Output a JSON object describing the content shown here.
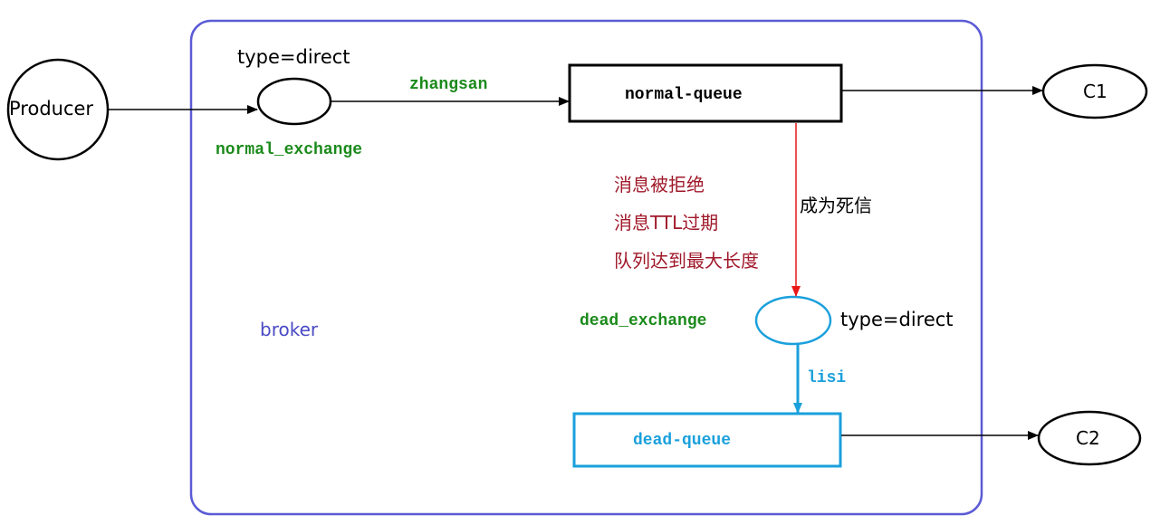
{
  "producer": {
    "label": "Producer"
  },
  "consumers": {
    "c1": "C1",
    "c2": "C2"
  },
  "broker": {
    "label": "broker"
  },
  "normal_exchange": {
    "type_label": "type=direct",
    "name": "normal_exchange",
    "routing_key": "zhangsan"
  },
  "normal_queue": {
    "label": "normal-queue"
  },
  "dead_letter": {
    "become_label": "成为死信",
    "reasons": [
      "消息被拒绝",
      "消息TTL过期",
      "队列达到最大长度"
    ]
  },
  "dead_exchange": {
    "name": "dead_exchange",
    "type_label": "type=direct",
    "routing_key": "lisi"
  },
  "dead_queue": {
    "label": "dead-queue"
  },
  "colors": {
    "broker_border": "#5b5bd6",
    "broker_text": "#4a4ac4",
    "green_text": "#1a8a1a",
    "reason_text": "#a0192a",
    "cyan": "#1aa0dc",
    "red_arrow": "#e81818",
    "black": "#000000"
  }
}
